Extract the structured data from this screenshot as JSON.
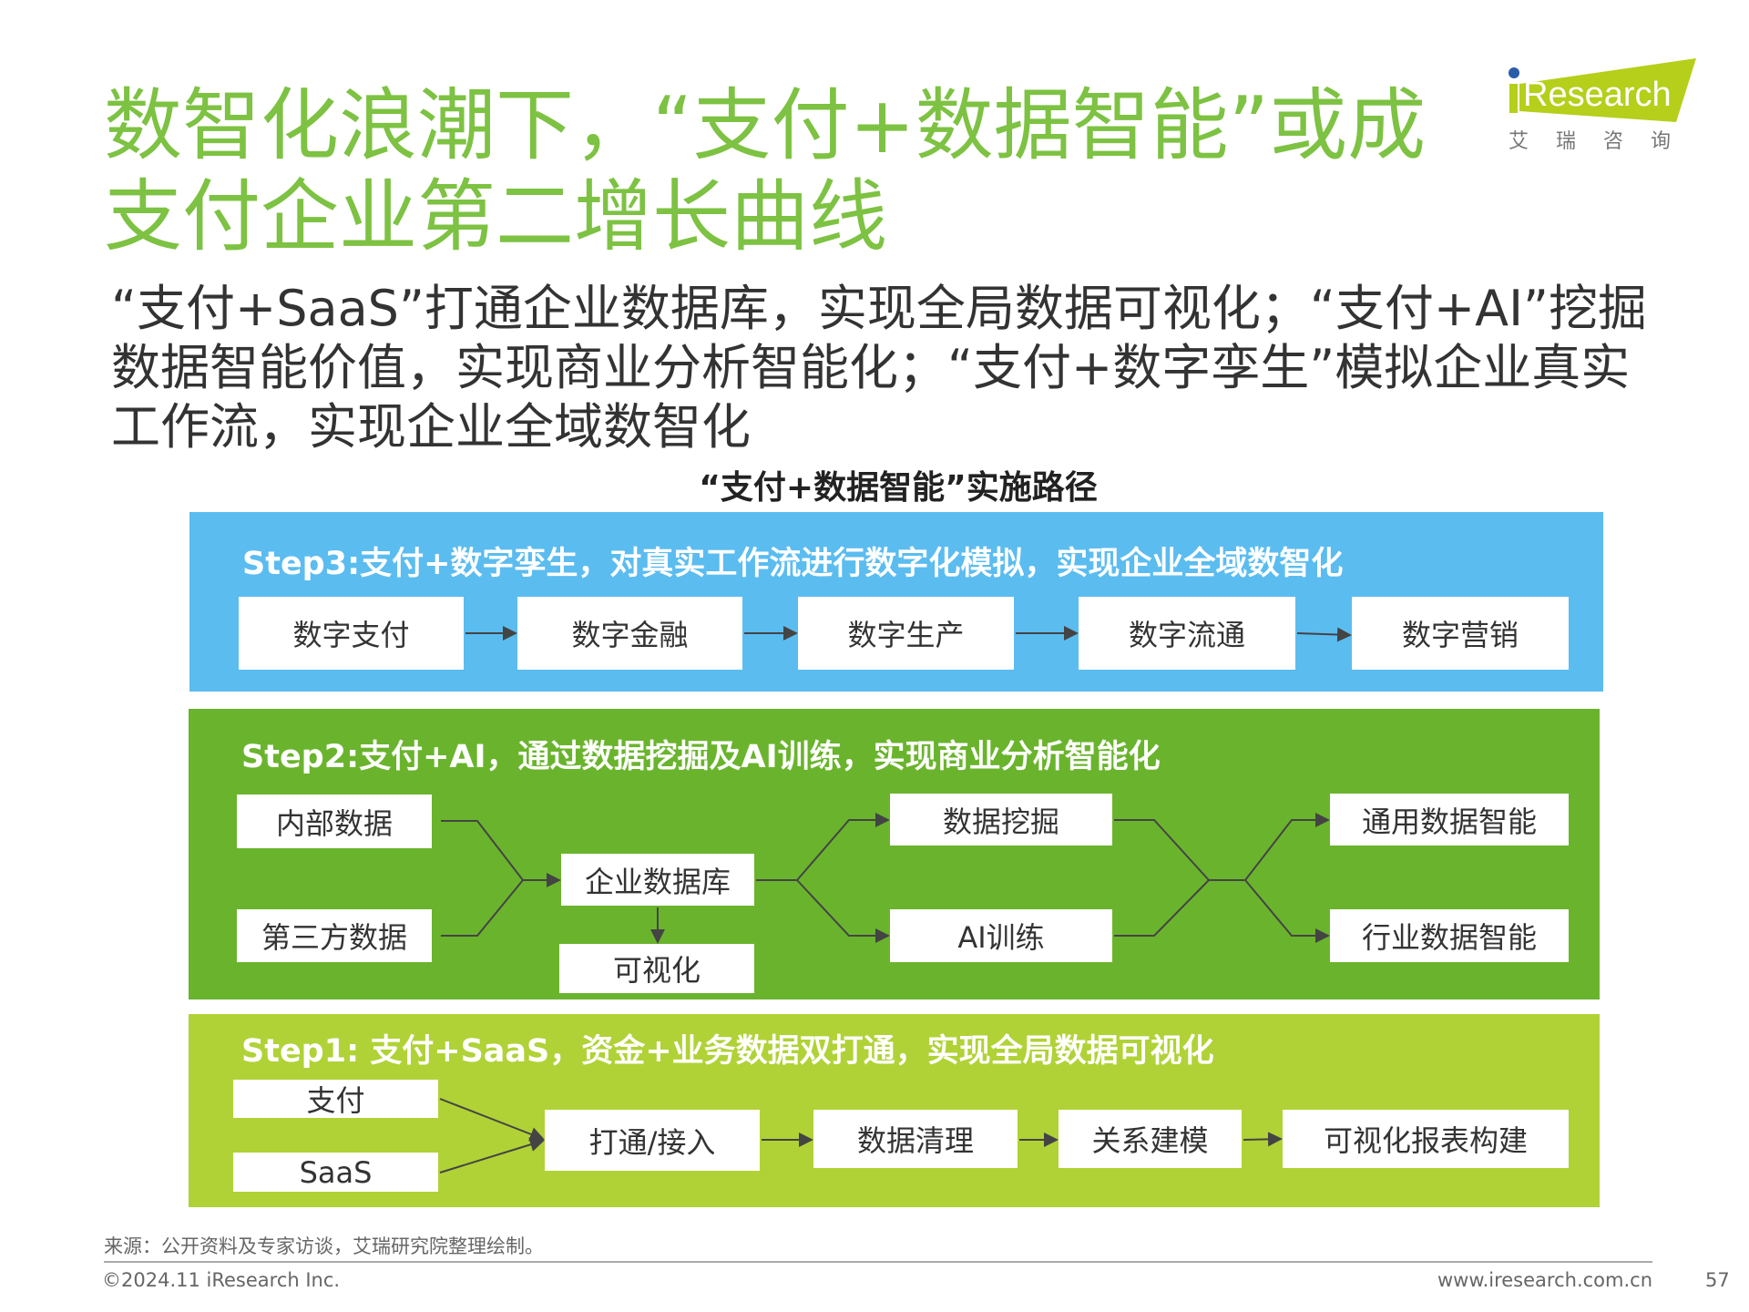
{
  "title": {
    "line1": "数智化浪潮下，“支付+数据智能”或成",
    "line2": "支付企业第二增长曲线"
  },
  "subtitle": "“支付+SaaS”打通企业数据库，实现全局数据可视化；“支付+AI”挖掘数据智能价值，实现商业分析智能化；“支付+数字孪生”模拟企业真实工作流，实现企业全域数智化",
  "logo": {
    "brand": "iResearch",
    "cn": "艾 瑞 咨 询"
  },
  "diagram": {
    "title": "“支付+数据智能”实施路径",
    "step3": {
      "header": "Step3:支付+数字孪生，对真实工作流进行数字化模拟，实现企业全域数智化",
      "boxes": [
        "数字支付",
        "数字金融",
        "数字生产",
        "数字流通",
        "数字营销"
      ],
      "color": "#5bbcf0"
    },
    "step2": {
      "header": "Step2:支付+AI，通过数据挖掘及AI训练，实现商业分析智能化",
      "boxes": [
        "内部数据",
        "第三方数据",
        "企业数据库",
        "可视化",
        "数据挖掘",
        "AI训练",
        "通用数据智能",
        "行业数据智能"
      ],
      "color": "#6ab42d"
    },
    "step1": {
      "header": "Step1: 支付+SaaS，资金+业务数据双打通，实现全局数据可视化",
      "boxes": [
        "支付",
        "SaaS",
        "打通/接入",
        "数据清理",
        "关系建模",
        "可视化报表构建"
      ],
      "color": "#b0d236"
    }
  },
  "footer": {
    "source": "来源：公开资料及专家访谈，艾瑞研究院整理绘制。",
    "copyright": "©2024.11 iResearch Inc.",
    "website": "www.iresearch.com.cn",
    "page": "57"
  }
}
